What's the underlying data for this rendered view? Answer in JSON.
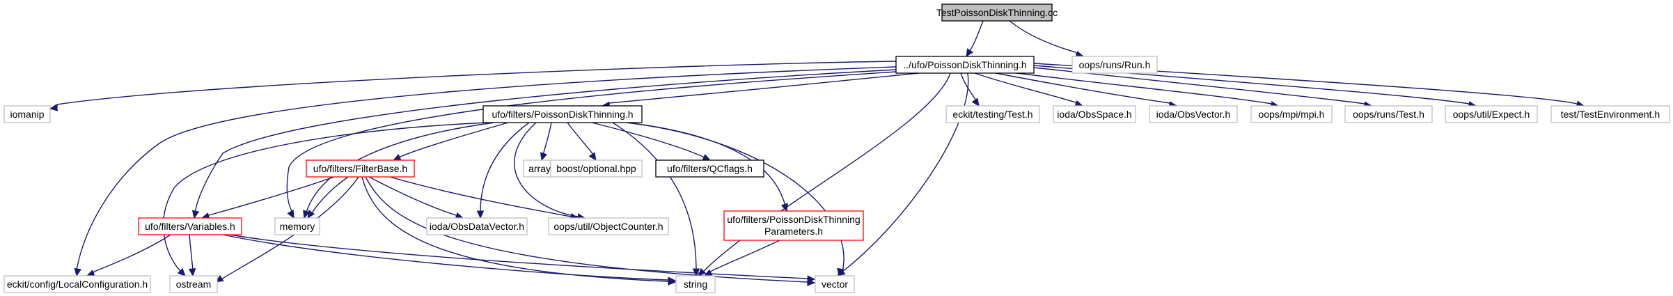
{
  "diagram": {
    "colors": {
      "edge": "#191970",
      "root_fill": "#bfbfbf",
      "normal_border": "#000000",
      "ghost_border": "#bfbfbf",
      "highlight_border": "#ff0000",
      "text": "#000000"
    },
    "nodes": {
      "root": {
        "label": "TestPoissonDiskThinning.cc",
        "style": "root"
      },
      "main_h": {
        "label": "../ufo/PoissonDiskThinning.h",
        "style": "normal"
      },
      "run_h": {
        "label": "oops/runs/Run.h",
        "style": "ghost"
      },
      "iomanip": {
        "label": "iomanip",
        "style": "ghost"
      },
      "filters_pdt": {
        "label": "ufo/filters/PoissonDiskThinning.h",
        "style": "normal"
      },
      "eckit_test": {
        "label": "eckit/testing/Test.h",
        "style": "ghost"
      },
      "obsspace": {
        "label": "ioda/ObsSpace.h",
        "style": "ghost"
      },
      "obsvector": {
        "label": "ioda/ObsVector.h",
        "style": "ghost"
      },
      "mpi": {
        "label": "oops/mpi/mpi.h",
        "style": "ghost"
      },
      "runs_test": {
        "label": "oops/runs/Test.h",
        "style": "ghost"
      },
      "expect": {
        "label": "oops/util/Expect.h",
        "style": "ghost"
      },
      "testenv": {
        "label": "test/TestEnvironment.h",
        "style": "ghost"
      },
      "filterbase": {
        "label": "ufo/filters/FilterBase.h",
        "style": "red"
      },
      "array": {
        "label": "array",
        "style": "ghost"
      },
      "optional": {
        "label": "boost/optional.hpp",
        "style": "ghost"
      },
      "qcflags": {
        "label": "ufo/filters/QCflags.h",
        "style": "normal"
      },
      "variables": {
        "label": "ufo/filters/Variables.h",
        "style": "red"
      },
      "memory": {
        "label": "memory",
        "style": "ghost"
      },
      "obsdatavector": {
        "label": "ioda/ObsDataVector.h",
        "style": "ghost"
      },
      "objcounter": {
        "label": "oops/util/ObjectCounter.h",
        "style": "ghost"
      },
      "params": {
        "label": "ufo/filters/PoissonDiskThinning",
        "label2": "Parameters.h",
        "style": "red"
      },
      "localconf": {
        "label": "eckit/config/LocalConfiguration.h",
        "style": "ghost"
      },
      "ostream": {
        "label": "ostream",
        "style": "ghost"
      },
      "string": {
        "label": "string",
        "style": "ghost"
      },
      "vector": {
        "label": "vector",
        "style": "ghost"
      }
    }
  }
}
